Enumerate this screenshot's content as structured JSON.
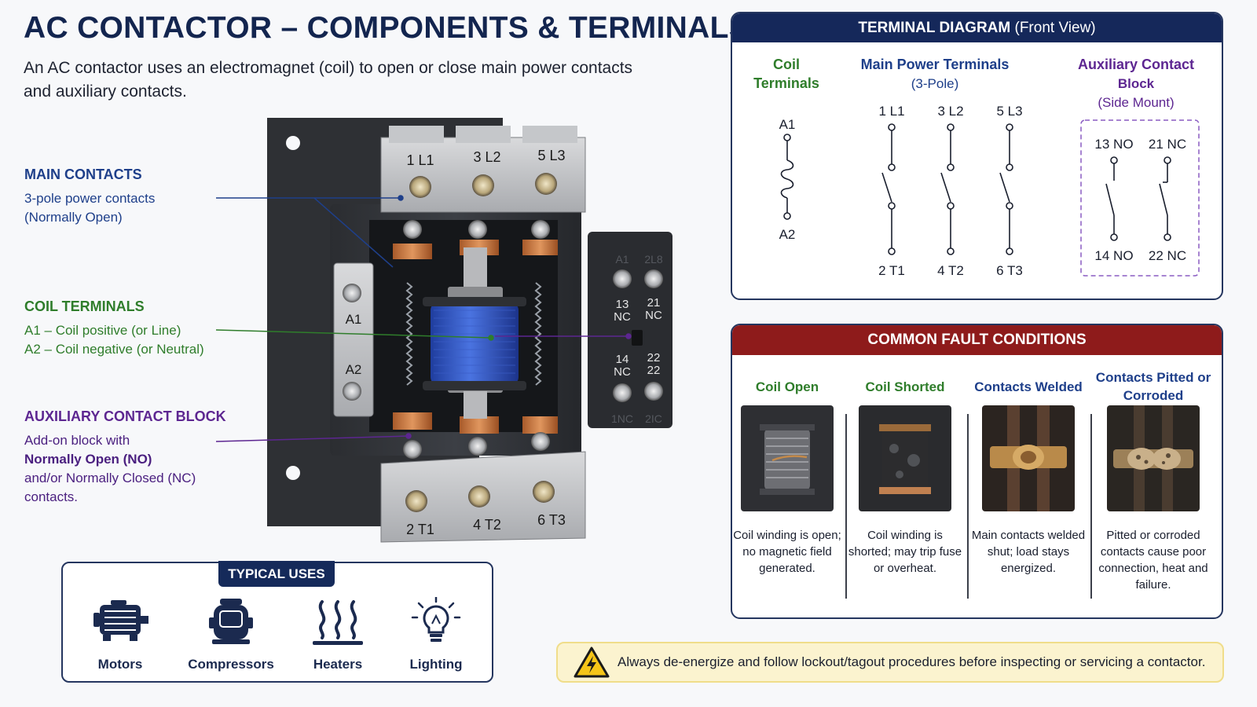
{
  "header": {
    "title": "AC CONTACTOR – COMPONENTS & TERMINALS",
    "subtitle": "An AC contactor uses an electromagnet (coil) to open or close main power contacts and auxiliary contacts."
  },
  "labels": {
    "main_contacts": {
      "title": "MAIN CONTACTS",
      "line1": "3-pole power contacts",
      "line2": "(Normally Open)"
    },
    "coil_terminals": {
      "title": "COIL TERMINALS",
      "line1": "A1 – Coil positive (or Line)",
      "line2": "A2 – Coil negative (or Neutral)"
    },
    "aux_block": {
      "title": "AUXILIARY CONTACT BLOCK",
      "line1": "Add-on block with",
      "line2": "Normally Open (NO)",
      "line3": "and/or Normally Closed (NC)",
      "line4": "contacts."
    }
  },
  "contactor": {
    "top_terminals": [
      "1 L1",
      "3 L2",
      "5 L3"
    ],
    "bottom_terminals": [
      "2 T1",
      "4 T2",
      "6 T3"
    ],
    "coil_a1": "A1",
    "coil_a2": "A2",
    "aux_top": [
      "13",
      "NC",
      "21",
      "NC"
    ],
    "aux_bottom": [
      "14",
      "NC",
      "22",
      "22"
    ],
    "aux_top_faint": [
      "A1",
      "2L8"
    ],
    "aux_bottom_faint": [
      "1NC",
      "2IC"
    ]
  },
  "typical_uses": {
    "title": "TYPICAL USES",
    "items": [
      {
        "label": "Motors",
        "icon": "motor-icon"
      },
      {
        "label": "Compressors",
        "icon": "compressor-icon"
      },
      {
        "label": "Heaters",
        "icon": "heater-icon"
      },
      {
        "label": "Lighting",
        "icon": "lightbulb-icon"
      }
    ]
  },
  "terminal_diagram": {
    "title_bold": "TERMINAL DIAGRAM",
    "title_rest": " (Front View)",
    "coil": {
      "title1": "Coil",
      "title2": "Terminals",
      "top": "A1",
      "bottom": "A2"
    },
    "main": {
      "title1": "Main Power Terminals",
      "title2": "(3-Pole)",
      "top": [
        "1 L1",
        "3 L2",
        "5 L3"
      ],
      "bottom": [
        "2 T1",
        "4 T2",
        "6 T3"
      ]
    },
    "aux": {
      "title1": "Auxiliary Contact",
      "title2": "Block",
      "title3": "(Side Mount)",
      "top": [
        "13 NO",
        "21 NC"
      ],
      "bottom": [
        "14 NO",
        "22 NC"
      ]
    }
  },
  "faults": {
    "title": "COMMON FAULT CONDITIONS",
    "items": [
      {
        "title": "Coil Open",
        "desc": "Coil winding is open; no magnetic field generated."
      },
      {
        "title": "Coil Shorted",
        "desc": "Coil winding is shorted; may trip fuse or overheat."
      },
      {
        "title": "Contacts Welded",
        "desc": "Main contacts welded shut; load stays energized."
      },
      {
        "title": "Contacts Pitted or Corroded",
        "desc": "Pitted or corroded contacts cause poor connection, heat and failure."
      }
    ]
  },
  "warning": {
    "text": "Always de-energize and follow lockout/tagout procedures before inspecting or servicing a contactor."
  },
  "colors": {
    "navy": "#15285a",
    "main_blue": "#1e3f8a",
    "coil_green": "#2f7d2b",
    "aux_purple": "#5d2691",
    "fault_red": "#8e1b1b",
    "warning_bg": "#fbf3cf"
  }
}
